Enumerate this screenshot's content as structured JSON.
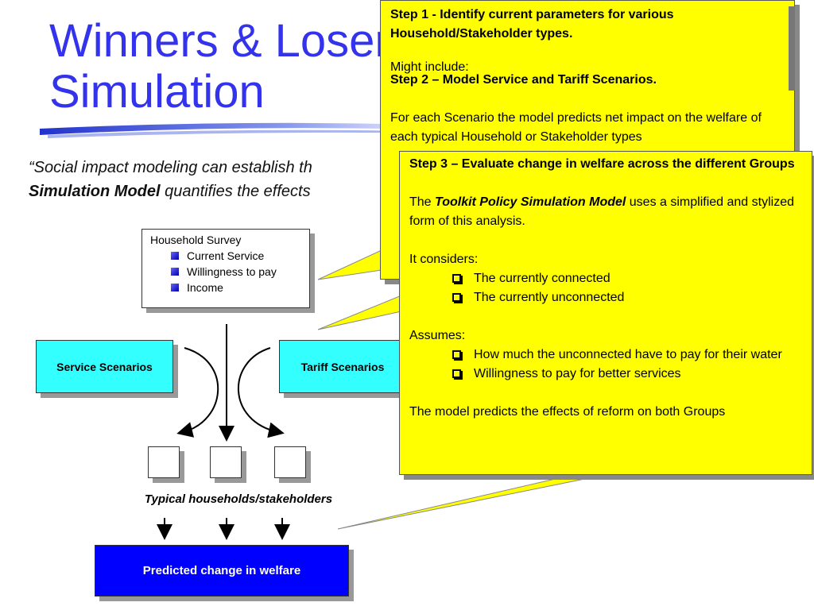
{
  "title": {
    "line1": "Winners & Losers",
    "line2": "Simulation"
  },
  "quote": {
    "prefix": "“Social impact modeling can establish th",
    "bold": "Simulation Model",
    "suffix": " quantifies the effects"
  },
  "diagram": {
    "survey": {
      "title": "Household Survey",
      "items": [
        "Current Service",
        "Willingness to pay",
        "Income"
      ]
    },
    "service_scenarios": "Service Scenarios",
    "tariff_scenarios": "Tariff Scenarios",
    "typical": "Typical households/stakeholders",
    "predicted": "Predicted change in welfare"
  },
  "step1": {
    "heading": "Step 1 - Identify current parameters for various Household/Stakeholder types.",
    "text": "Might include:"
  },
  "step2": {
    "heading": "Step 2  – Model Service and Tariff Scenarios.",
    "text": "For each Scenario the model predicts net impact on the welfare of each typical Household or Stakeholder types"
  },
  "step3": {
    "heading": "Step 3 – Evaluate change in welfare across the different Groups",
    "para_prefix": "The ",
    "para_model": "Toolkit Policy Simulation Model",
    "para_suffix": " uses a simplified and stylized form of this analysis.",
    "considers_label": "It considers:",
    "considers": [
      "The currently connected",
      "The currently unconnected"
    ],
    "assumes_label": "Assumes:",
    "assumes": [
      "How much the unconnected have to pay for their water",
      "Willingness to pay for better services"
    ],
    "conclusion": "The model predicts the effects of reform on both Groups"
  },
  "colors": {
    "title": "#3333ee",
    "callout": "#ffff00",
    "scenario_box": "#33ffff",
    "welfare_box": "#0000ff"
  }
}
